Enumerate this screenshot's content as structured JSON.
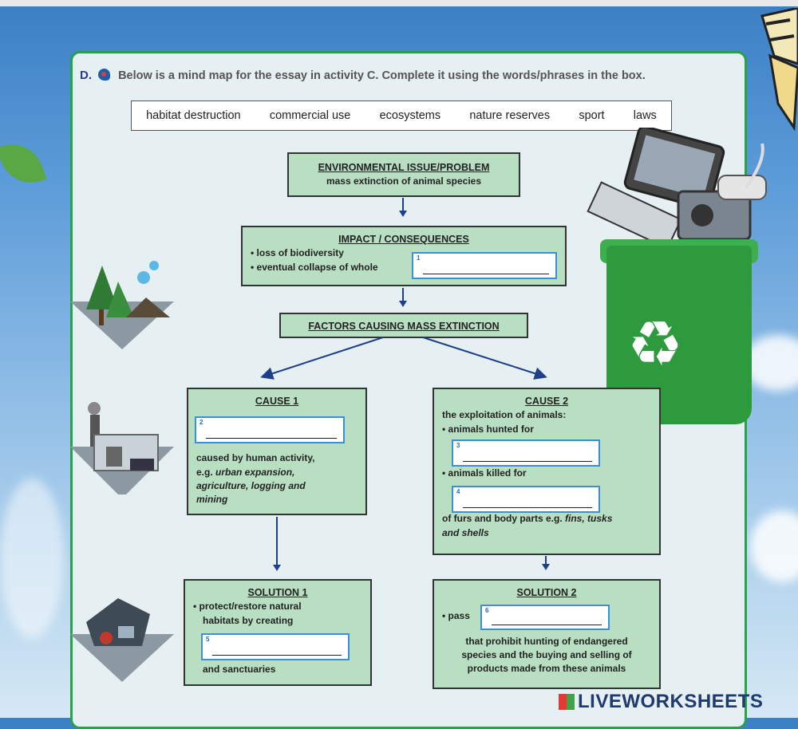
{
  "instruction": {
    "letter": "D.",
    "text": "Below is a mind map for the essay in activity C. Complete it using the words/phrases in the box."
  },
  "word_box": [
    "habitat destruction",
    "commercial use",
    "ecosystems",
    "nature reserves",
    "sport",
    "laws"
  ],
  "issue": {
    "heading": "ENVIRONMENTAL ISSUE/PROBLEM",
    "text": "mass extinction of animal species"
  },
  "impact": {
    "heading": "IMPACT / CONSEQUENCES",
    "line1": "• loss of biodiversity",
    "line2": "• eventual collapse of whole",
    "blank_num": "1"
  },
  "factors": {
    "heading": "FACTORS CAUSING MASS EXTINCTION"
  },
  "cause1": {
    "heading": "CAUSE 1",
    "blank_num": "2",
    "line1": "caused by human activity,",
    "line2_prefix": "e.g. ",
    "line2_italic": "urban expansion,",
    "line3": "agriculture, logging and",
    "line4": "mining"
  },
  "cause2": {
    "heading": "CAUSE 2",
    "line1": "the exploitation of animals:",
    "line2": "• animals hunted for",
    "blank3_num": "3",
    "line3": "• animals killed for",
    "blank4_num": "4",
    "line4_prefix": "of furs and body parts e.g. ",
    "line4_italic": "fins, tusks",
    "line5": "and shells"
  },
  "solution1": {
    "heading": "SOLUTION 1",
    "line1": "• protect/restore natural",
    "line2": "habitats by creating",
    "blank_num": "5",
    "line3": "and sanctuaries"
  },
  "solution2": {
    "heading": "SOLUTION 2",
    "pass": "• pass",
    "blank_num": "6",
    "line1": "that prohibit hunting of endangered",
    "line2": "species and the buying and selling of",
    "line3": "products made from these animals"
  },
  "brand": {
    "name": "LIVEWORKSHEETS"
  }
}
